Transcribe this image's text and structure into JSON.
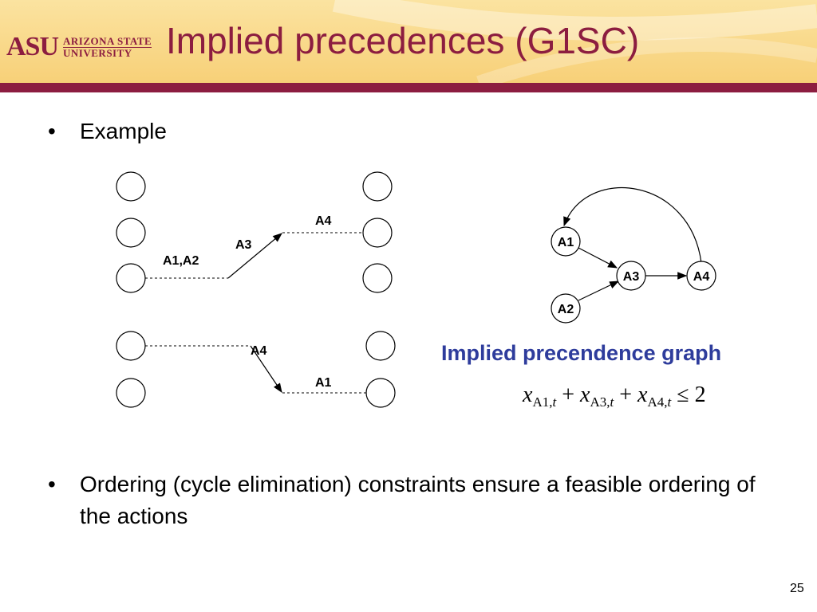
{
  "header": {
    "logo_mark": "ASU",
    "logo_line1": "ARIZONA STATE",
    "logo_line2": "UNIVERSITY",
    "title": "Implied precedences (G1SC)"
  },
  "bullets": [
    {
      "marker": "•",
      "text": "Example"
    },
    {
      "marker": "•",
      "text": "Ordering (cycle elimination) constraints ensure a feasible ordering of the actions"
    }
  ],
  "example_diagram": {
    "labels": {
      "a4_top": "A4",
      "a3": "A3",
      "a1a2": "A1,A2",
      "a4_bottom": "A4",
      "a1": "A1"
    }
  },
  "precedence_graph": {
    "nodes": {
      "a1": "A1",
      "a2": "A2",
      "a3": "A3",
      "a4": "A4"
    },
    "caption": "Implied precendence graph"
  },
  "formula": {
    "var": "x",
    "sub1": "A1,",
    "sub2": "A3,",
    "sub3": "A4,",
    "t": "t",
    "plus": "+",
    "leq": "≤",
    "rhs": "2"
  },
  "page_number": "25",
  "colors": {
    "maroon": "#8c1d40",
    "gold": "#f7d078",
    "caption_blue": "#2e3c9c"
  }
}
